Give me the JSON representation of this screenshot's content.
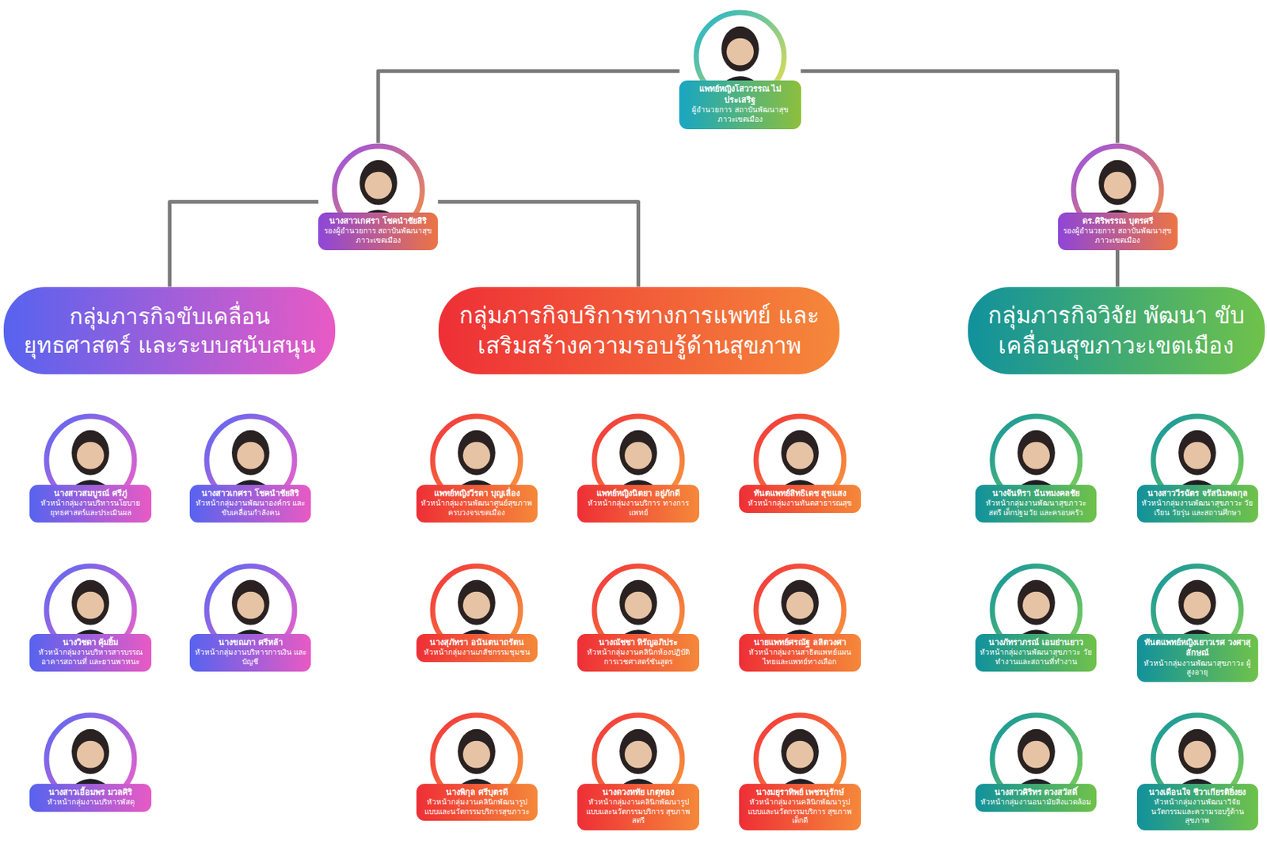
{
  "diagram": {
    "nodes": [
      {
        "text": [
          "แพทย์หญิงโสววรรณ ไม่ประเสริฐ",
          "ผู้อำนวยการ สถาบันพัฒนาสุขภาวะเขตเมือง"
        ]
      },
      {
        "text": [
          "นางสาวเกศรา โชคนำชัยสิริ",
          "รองผู้อำนวยการ สถาบันพัฒนาสุขภาวะเขตเมือง"
        ]
      },
      {
        "text": [
          "ดร.ศิริพรรณ บุตรศรี",
          "รองผู้อำนวยการ สถาบันพัฒนาสุขภาวะเขตเมือง"
        ]
      },
      {
        "text": [
          "กลุ่มภารกิจขับเคลื่อนยุทธศาสตร์ และระบบสนับสนุน"
        ]
      },
      {
        "text": [
          "กลุ่มภารกิจบริการทางการแพทย์ และเสริมสร้างความรอบรู้ด้านสุขภาพ"
        ]
      },
      {
        "text": [
          "กลุ่มภารกิจวิจัย พัฒนา ขับเคลื่อนสุขภาวะเขตเมือง"
        ]
      },
      {
        "text": [
          "นางสาวสมบูรณ์ ศรีภู่",
          "หัวหน้ากลุ่มงานบริหารนโยบาย ยุทธศาสตร์และประเมินผล"
        ]
      },
      {
        "text": [
          "นางสาวเกศรา โชคนำชัยสิริ",
          "หัวหน้ากลุ่มงานพัฒนาองค์กร และขับเคลื่อนกำลังคน"
        ]
      },
      {
        "text": [
          "นางวิชดา คุ้มยิ้ม",
          "หัวหน้ากลุ่มงานบริหารสารบรรณ อาคารสถานที่ และยานพาหนะ"
        ]
      },
      {
        "text": [
          "นางขณภา ศรีหล้า",
          "หัวหน้ากลุ่มงานบริหารการเงิน และบัญชี"
        ]
      },
      {
        "text": [
          "นางสาวเอื้อมพร มวลศิริ",
          "หัวหน้ากลุ่มงานบริหารพัสดุ"
        ]
      },
      {
        "text": [
          "แพทย์หญิงวีรดา บุญเลื่อง",
          "หัวหน้ากลุ่มงานพัฒนาศูนย์สุขภาพ ครบวงจรเขตเมือง"
        ]
      },
      {
        "text": [
          "แพทย์หญิงนิตยา อยู่ภักดี",
          "หัวหน้ากลุ่มงานบริการ ทางการแพทย์"
        ]
      },
      {
        "text": [
          "ทันตแพทย์สิทธิเดช สุขแสง",
          "หัวหน้ากลุ่มงานทันตสาธารณสุข"
        ]
      },
      {
        "text": [
          "นางสุภัทรา อนันตนาถรัตน",
          "หัวหน้ากลุ่มงานเภสัชกรรมชุมชน"
        ]
      },
      {
        "text": [
          "นางณัชชา หิรัญอภิประ",
          "หัวหน้ากลุ่มงานคลินิกห้องปฏิบัติการเวชศาสตร์ชันสูตร"
        ]
      },
      {
        "text": [
          "นายแพทย์ศรณัฐ ลลิตวงศา",
          "หัวหน้ากลุ่มงานสาธิตแพทย์แผนไทยและแพทย์ทางเลือก"
        ]
      },
      {
        "text": [
          "นางพิกุล ศรีบุตรดี",
          "หัวหน้ากลุ่มงานคลินิกพัฒนารูปแบบและนวัตกรรมบริการสุขภาวะ"
        ]
      },
      {
        "text": [
          "นางดวงหทัย เกตุทอง",
          "หัวหน้ากลุ่มงานคลินิกพัฒนารูปแบบและนวัตกรรมบริการ สุขภาพสตรี"
        ]
      },
      {
        "text": [
          "นางมยุราทิพย์ เพชรนุรักษ์",
          "หัวหน้ากลุ่มงานคลินิกพัฒนารูปแบบและนวัตกรรมบริการ สุขภาพเด็กดี"
        ]
      },
      {
        "text": [
          "นางจันทิรา นันทมงคลชัย",
          "หัวหน้ากลุ่มงานพัฒนาสุขภาวะสตรี เด็กปฐมวัย และครอบครัว"
        ]
      },
      {
        "text": [
          "นางสาววีรฉัตร จรัสนิมพลกุล",
          "หัวหน้ากลุ่มงานพัฒนาสุขภาวะ วัยเรียน วัยรุ่น และสถานศึกษา"
        ]
      },
      {
        "text": [
          "นางภัทราภรณ์ เอมย่านยาว",
          "หัวหน้ากลุ่มงานพัฒนาสุขภาวะ วัยทำงานและสถานที่ทำงาน"
        ]
      },
      {
        "text": [
          "ทันตแพทย์หญิงเยาวเรศ วงศาสุลักษณ์",
          "หัวหน้ากลุ่มงานพัฒนาสุขภาวะ ผู้สูงอายุ"
        ]
      },
      {
        "text": [
          "นางสาวศิริทร ดวงสวัสดิ์",
          "หัวหน้ากลุ่มงานอนามัยสิ่งแวดล้อม"
        ]
      },
      {
        "text": [
          "นางเดือนใจ ชีวาเกียรติยิ่งยง",
          "หัวหน้ากลุ่มงานพัฒนาวิจัย นวัตกรรมและความรอบรู้ด้าน สุขภาพ"
        ]
      }
    ],
    "edges": [
      {
        "from": 0,
        "to": 1,
        "arrow": "none"
      },
      {
        "from": 0,
        "to": 2,
        "arrow": "none"
      },
      {
        "from": 1,
        "to": 3,
        "arrow": "none"
      },
      {
        "from": 1,
        "to": 4,
        "arrow": "none"
      },
      {
        "from": 2,
        "to": 5,
        "arrow": "none"
      }
    ]
  }
}
